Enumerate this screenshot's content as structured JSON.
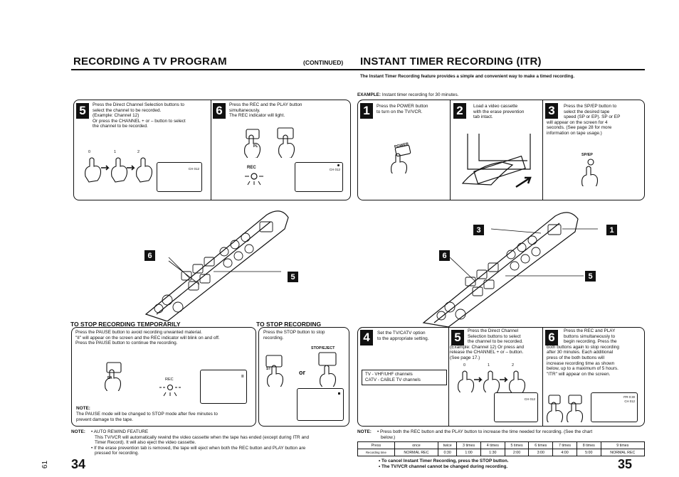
{
  "header": {
    "left_title": "RECORDING A TV PROGRAM",
    "continued": "(CONTINUED)",
    "right_title": "INSTANT TIMER RECORDING (ITR)",
    "subtitle": "The Instant Timer Recording feature provides a simple and convenient way to make a timed recording."
  },
  "example": {
    "label": "EXAMPLE:",
    "text": "Instant timer recording for 30 minutes."
  },
  "left": {
    "step5": {
      "num": "5",
      "lines": [
        "Press the Direct Channel Selection buttons to",
        "select the channel to be recorded.",
        "(Example: Channel 12)",
        "Or press the CHANNEL + or – button to select",
        "the channel to be recorded."
      ],
      "digits": [
        "0",
        "1",
        "2"
      ],
      "screen": "CH 012"
    },
    "step6": {
      "num": "6",
      "lines": [
        "Press the REC and the PLAY button",
        "simultaneously.",
        "The REC indicator will light."
      ],
      "rec": "REC",
      "screen": "CH 012",
      "pl": "PL"
    },
    "remote_labels": [
      "6",
      "5"
    ],
    "stop_temp": {
      "title": "TO STOP RECORDING TEMPORARILY",
      "lines": [
        "Press the PAUSE button to avoid recording unwanted material.",
        "\"II\" will appear on the screen and the REC indicator will blink on and off.",
        "Press the PAUSE button to continue the recording."
      ],
      "pa": "PA",
      "rec": "REC",
      "screen": "II",
      "note_label": "NOTE:",
      "note_lines": [
        "The PAUSE mode will be changed to STOP mode after five minutes to",
        "prevent damage to the tape."
      ]
    },
    "stop_rec": {
      "title": "TO STOP RECORDING",
      "lines": [
        "Press the STOP button to stop",
        "recording."
      ],
      "stop_eject": "STOP/EJECT",
      "st": "ST",
      "or": "or"
    },
    "note": {
      "label": "NOTE:",
      "lines": [
        "• AUTO REWIND FEATURE",
        "This TV/VCR will automatically rewind the video cassette when the tape has ended (except during ITR and",
        "Timer Record). It will also eject the video cassette.",
        "• If the erase prevention tab is removed, the tape will eject when both the REC button and PLAY button are",
        "pressed for recording."
      ]
    },
    "page_number": "34",
    "margin_mark": "61"
  },
  "right": {
    "step1": {
      "num": "1",
      "lines": [
        "Press the POWER button",
        "to turn on the TV/VCR."
      ],
      "power": "POWER"
    },
    "step2": {
      "num": "2",
      "lines": [
        "Load a video cassette",
        "with the erase prevention",
        "tab intact."
      ]
    },
    "step3": {
      "num": "3",
      "lines": [
        "Press the SP/EP button to",
        "select the desired tape",
        "speed (SP or EP). SP or EP",
        "will appear on the screen for 4",
        "seconds. (See page 28 for more",
        "information on tape usage.)"
      ],
      "spep": "SP/EP"
    },
    "remote_labels": [
      "3",
      "1",
      "6",
      "5"
    ],
    "step4": {
      "num": "4",
      "lines": [
        "Set the TV/CATV option",
        "to the appropriate setting."
      ],
      "tv": "TV      - VHF/UHF channels",
      "catv": "CATV  - CABLE TV channels"
    },
    "step5": {
      "num": "5",
      "lines": [
        "Press the Direct Channel",
        "Selection buttons to select",
        "the channel to be recorded.",
        "(Example: Channel 12) Or press and",
        "release the CHANNEL + or – button.",
        "(See page 17.)"
      ],
      "digits": [
        "0",
        "1",
        "2"
      ],
      "screen": "CH 012"
    },
    "step6": {
      "num": "6",
      "lines": [
        "Press the REC and PLAY",
        "buttons simultaneously to",
        "begin recording. Press the",
        "both buttons again to stop recording",
        "after 30 minutes. Each additional",
        "press of the both buttons will",
        "increase recording time as shown",
        "below, up to a maximum of 5 hours.",
        "\"ITR\" will appear on the screen."
      ],
      "screen1": "ITR 0:30",
      "screen2": "CH 012"
    },
    "note": {
      "label": "NOTE:",
      "line1": "• Press both the REC button and the PLAY button to increase the time needed for recording. (See the chart",
      "line2": "below.)",
      "bullets": [
        "• To cancel Instant Timer Recording, press the STOP button.",
        "• The TV/VCR channel cannot be changed during recording."
      ]
    },
    "table": {
      "press": [
        "Press",
        "once",
        "twice",
        "3 times",
        "4 times",
        "5 times",
        "6 times",
        "7 times",
        "8 times",
        "9 times"
      ],
      "time": [
        "Recording time",
        "NORMAL REC",
        "0:30",
        "1:00",
        "1:30",
        "2:00",
        "3:00",
        "4:00",
        "5:00",
        "NORMAL REC"
      ]
    },
    "page_number": "35"
  }
}
